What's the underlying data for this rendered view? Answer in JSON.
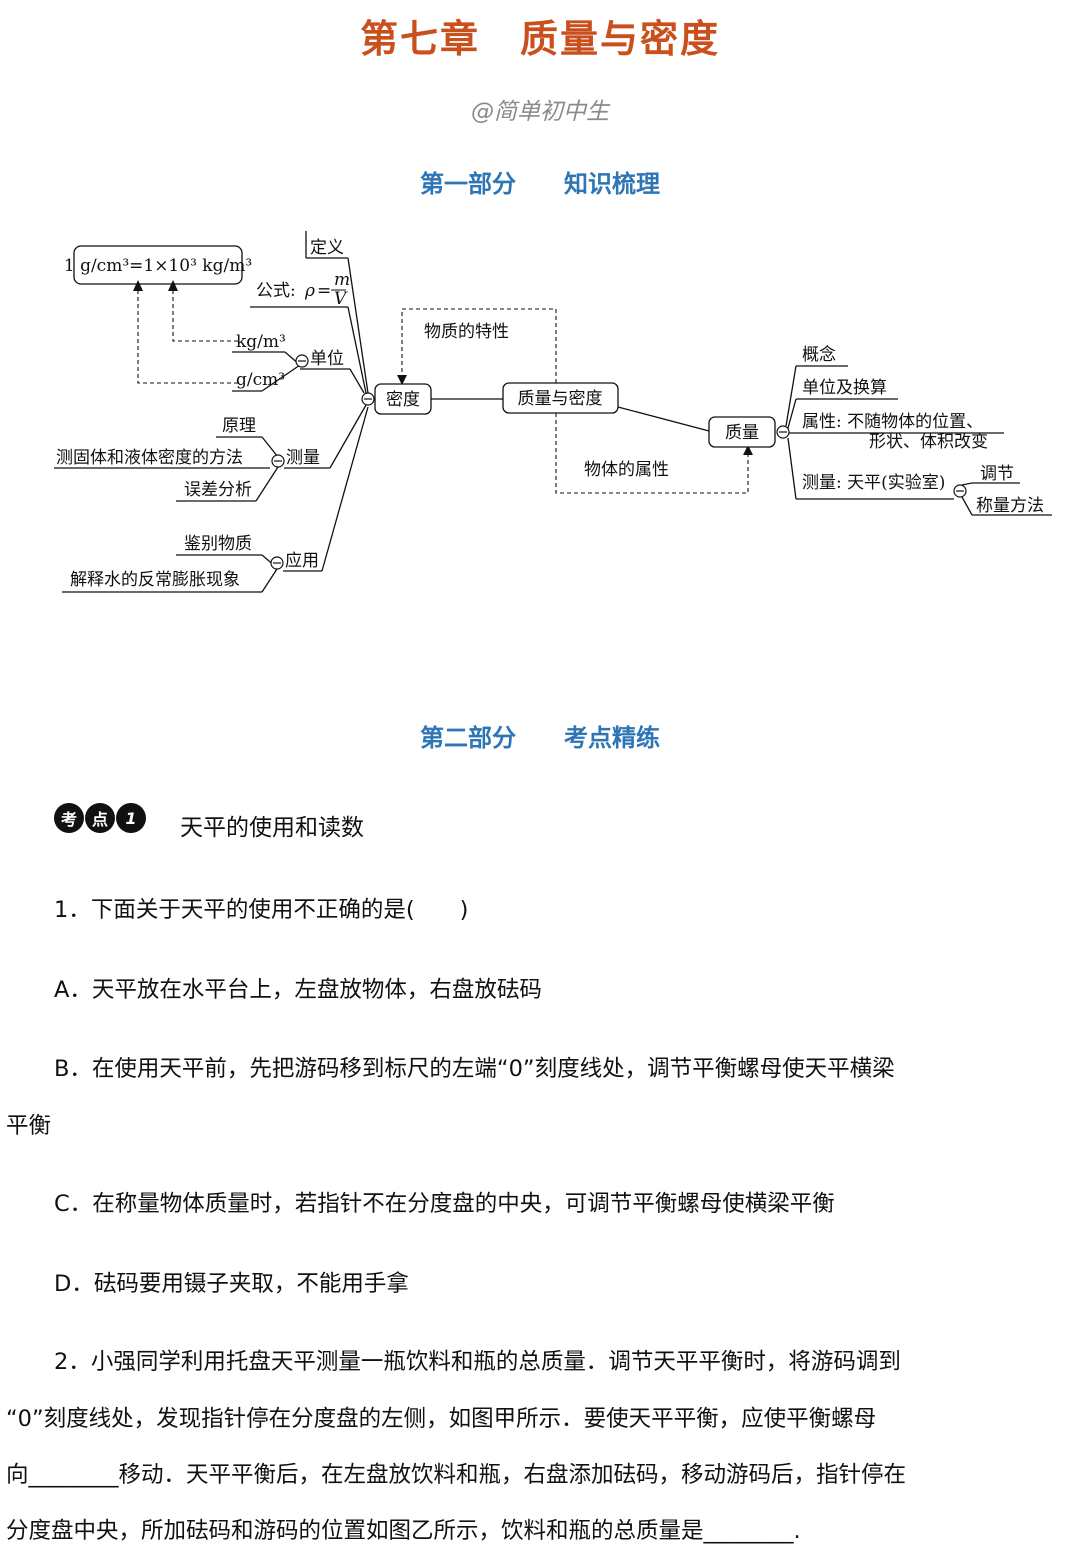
{
  "title": "第七章　质量与密度",
  "watermark": "@简单初中生",
  "part1_heading": "第一部分　　知识梳理",
  "mindmap": {
    "unit_conversion": "1 g/cm³=1×10³ kg/m³",
    "density_node": "密度",
    "center_node": "质量与密度",
    "mass_node": "质量",
    "definition": "定义",
    "formula_label": "公式:",
    "formula_rho": "ρ",
    "formula_eq": "=",
    "formula_m": "m",
    "formula_v": "V",
    "unit_kgm3": "kg/m³",
    "unit_gcm3": "g/cm³",
    "unit_branch": "单位",
    "principle": "原理",
    "method": "测固体和液体密度的方法",
    "measure_branch": "测量",
    "error": "误差分析",
    "identify": "鉴别物质",
    "explain_water": "解释水的反常膨胀现象",
    "apply_branch": "应用",
    "substance_property": "物质的特性",
    "object_attribute": "物体的属性",
    "concept": "概念",
    "unit_conv": "单位及换算",
    "attribute_line1": "属性: 不随物体的位置、",
    "attribute_line2": "形状、体积改变",
    "measure_mass": "测量: 天平(实验室)",
    "adjust": "调节",
    "weigh_method": "称量方法"
  },
  "part2_heading": "第二部分　　考点精练",
  "kaodian": {
    "char1": "考",
    "char2": "点",
    "number": "1",
    "title": "天平的使用和读数"
  },
  "questions": {
    "q1": "1．下面关于天平的使用不正确的是(　　)",
    "a": "A．天平放在水平台上，左盘放物体，右盘放砝码",
    "b1": "B．在使用天平前，先把游码移到标尺的左端“0”刻度线处，调节平衡螺母使天平横梁",
    "b2": "平衡",
    "c": "C．在称量物体质量时，若指针不在分度盘的中央，可调节平衡螺母使横梁平衡",
    "d": "D．砝码要用镊子夹取，不能用手拿",
    "q2_1": "2．小强同学利用托盘天平测量一瓶饮料和瓶的总质量．调节天平平衡时，将游码调到",
    "q2_2": "“0”刻度线处，发现指针停在分度盘的左侧，如图甲所示．要使天平平衡，应使平衡螺母",
    "q2_3": "向________移动．天平平衡后，在左盘放饮料和瓶，右盘添加砝码，移动游码后，指针停在",
    "q2_4": "分度盘中央，所加砝码和游码的位置如图乙所示，饮料和瓶的总质量是________."
  }
}
